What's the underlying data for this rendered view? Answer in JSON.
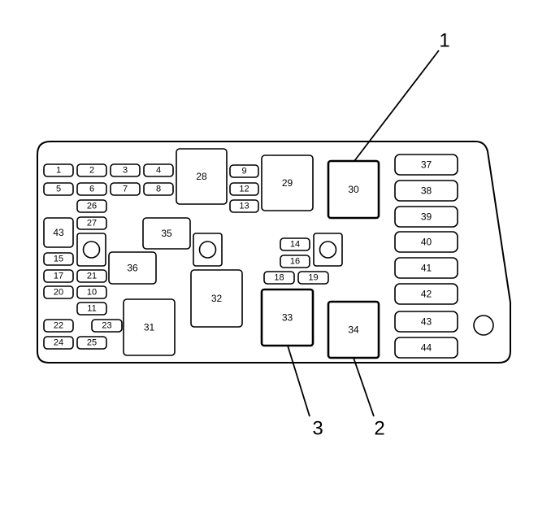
{
  "fuses_row_a": [
    "1",
    "2",
    "3",
    "4"
  ],
  "fuses_row_b": [
    "5",
    "6",
    "7",
    "8"
  ],
  "fuses_mid": [
    "9",
    "12",
    "13"
  ],
  "fuses_left_col": [
    "26",
    "27",
    "15",
    "17",
    "21",
    "20",
    "10",
    "11",
    "22",
    "23",
    "24",
    "25"
  ],
  "fuses_center": [
    "14",
    "16",
    "18",
    "19"
  ],
  "relays": [
    "28",
    "29",
    "30",
    "35",
    "36",
    "31",
    "32",
    "33",
    "34",
    "43"
  ],
  "right_column": [
    "37",
    "38",
    "39",
    "40",
    "41",
    "42",
    "43",
    "44"
  ],
  "callouts": [
    "1",
    "2",
    "3"
  ]
}
